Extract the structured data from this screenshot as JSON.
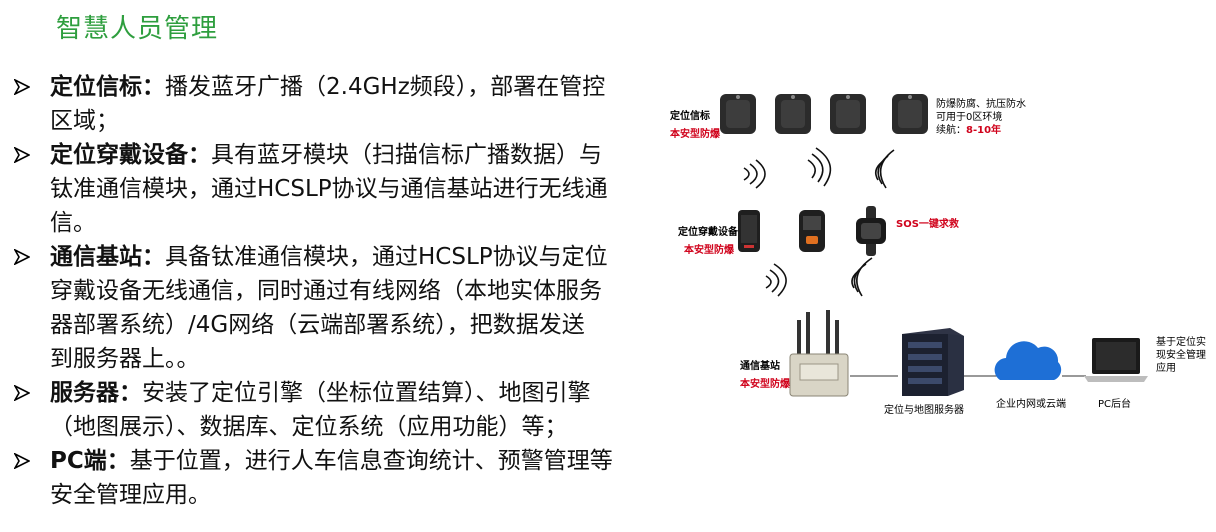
{
  "title": "智慧人员管理",
  "bullets": [
    {
      "term": "定位信标：",
      "lines": [
        "播发蓝牙广播（2.4GHz频段），部署在管控",
        "区域；"
      ]
    },
    {
      "term": "定位穿戴设备：",
      "lines": [
        "具有蓝牙模块（扫描信标广播数据）与",
        "钛准通信模块，通过HCSLP协议与通信基站进行无线通",
        "信。"
      ]
    },
    {
      "term": "通信基站：",
      "lines": [
        "具备钛准通信模块，通过HCSLP协议与定位",
        "穿戴设备无线通信，同时通过有线网络（本地实体服务",
        "器部署系统）/4G网络（云端部署系统），把数据发送",
        "到服务器上。。"
      ]
    },
    {
      "term": "服务器：",
      "lines": [
        "安装了定位引擎（坐标位置结算）、地图引擎",
        "（地图展示）、数据库、定位系统（应用功能）等；"
      ]
    },
    {
      "term": "PC端：",
      "lines": [
        "基于位置，进行人车信息查询统计、预警管理等",
        "安全管理应用。"
      ]
    }
  ],
  "diagram": {
    "beacon_label": "定位信标",
    "beacon_sublabel": "本安型防爆",
    "beacon_note_1": "防爆防腐、抗压防水",
    "beacon_note_2": "可用于0区环境",
    "beacon_note_3a": "续航：",
    "beacon_note_3b": "8-10年",
    "wearable_label": "定位穿戴设备",
    "wearable_sublabel": "本安型防爆",
    "sos_label": "SOS一键求救",
    "station_label": "通信基站",
    "station_sublabel": "本安型防爆",
    "server_label": "定位与地图服务器",
    "cloud_label": "企业内网或云端",
    "pc_label": "PC后台",
    "pc_note_1": "基于定位实",
    "pc_note_2": "现安全管理",
    "pc_note_3": "应用",
    "colors": {
      "title": "#2e9e3e",
      "red": "#d0021b",
      "cloud": "#1e6fd6"
    }
  }
}
